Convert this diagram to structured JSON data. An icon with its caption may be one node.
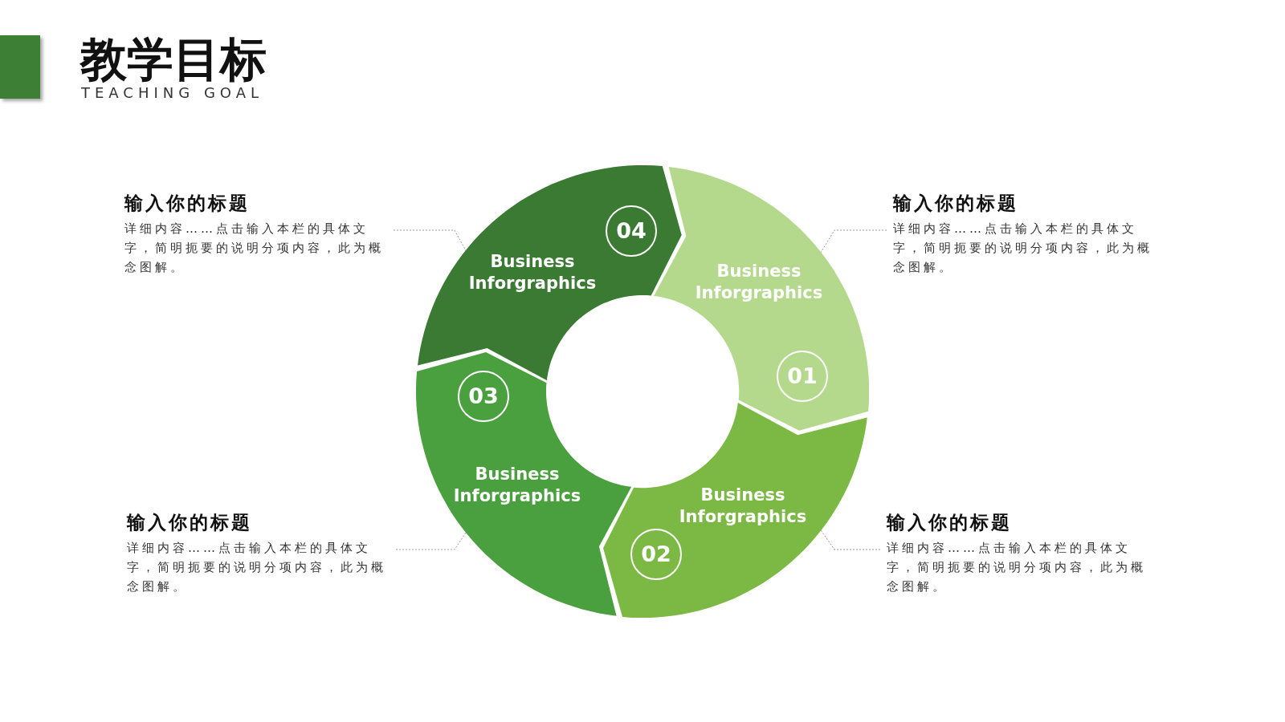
{
  "diagram": {
    "title": "教学目标",
    "nodes": [
      {
        "text": [
          "输入你的标题",
          "详细内容……点击输入本栏的具体文字，简明扼要的说明分项内容，此为概念图解。"
        ]
      },
      {
        "text": [
          "输入你的标题",
          "详细内容……点击输入本栏的具体文字，简明扼要的说明分项内容，此为概念图解。"
        ]
      },
      {
        "text": [
          "Business Inforgraphics"
        ]
      },
      {
        "text": [
          "04"
        ],
        "in": 2
      },
      {
        "text": [
          "Business Inforgraphics"
        ]
      },
      {
        "text": [
          "01"
        ],
        "in": 4
      },
      {
        "text": [
          "Business Inforgraphics"
        ]
      },
      {
        "text": [
          "03"
        ],
        "in": 6
      },
      {
        "text": [
          "Business Inforgraphics"
        ]
      },
      {
        "text": [
          "02"
        ],
        "in": 8
      },
      {
        "text": [
          "输入你的标题",
          "详细内容……点击输入本栏的具体文字，简明扼要的说明分项内容，此为概念图解。"
        ]
      },
      {
        "text": [
          "输入你的标题",
          "详细内容……点击输入本栏的具体文字，简明扼要的说明分项内容，此为概念图解。"
        ]
      }
    ],
    "edges": [
      {
        "from": 0,
        "to": 2,
        "arrow": "none"
      },
      {
        "from": 1,
        "to": 4,
        "arrow": "none"
      },
      {
        "from": 10,
        "to": 6,
        "arrow": "none"
      },
      {
        "from": 11,
        "to": 8,
        "arrow": "none"
      }
    ],
    "labels": [
      "TEACHING GOAL"
    ]
  }
}
